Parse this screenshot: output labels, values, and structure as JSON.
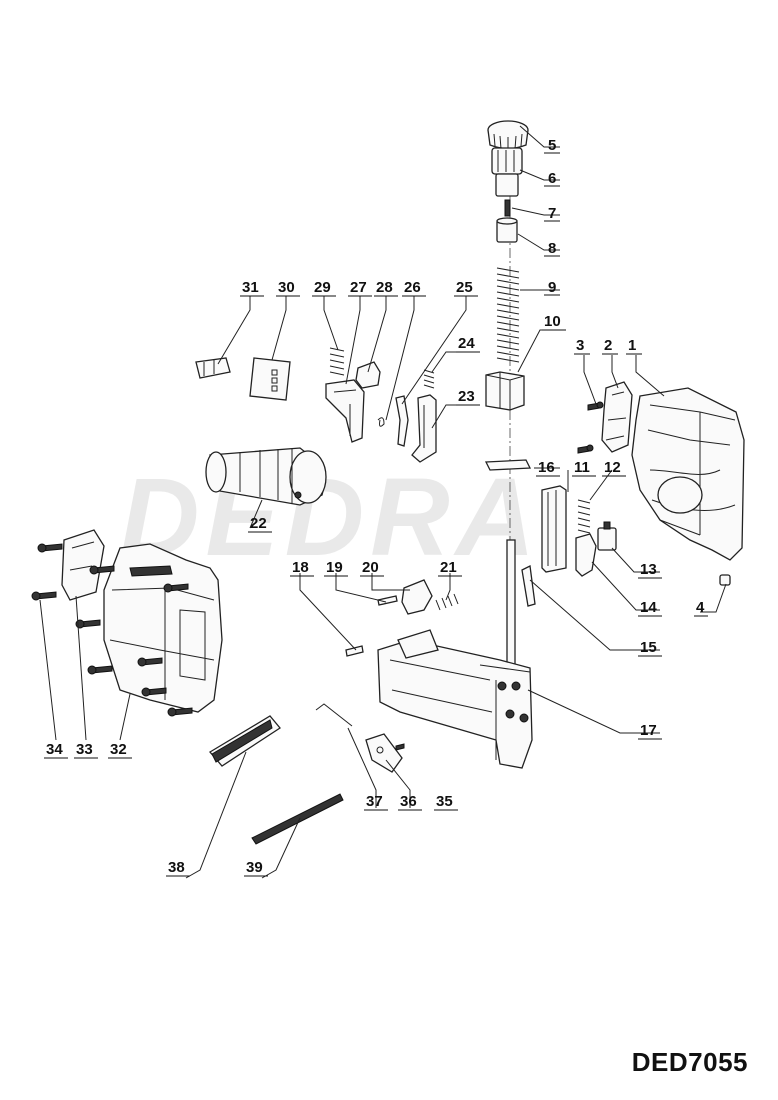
{
  "watermark": "DEDRA",
  "model": "DED7055",
  "labels": [
    "1",
    "2",
    "3",
    "4",
    "5",
    "6",
    "7",
    "8",
    "9",
    "10",
    "11",
    "12",
    "13",
    "14",
    "15",
    "16",
    "17",
    "18",
    "19",
    "20",
    "21",
    "22",
    "23",
    "24",
    "25",
    "26",
    "27",
    "28",
    "29",
    "30",
    "31",
    "32",
    "33",
    "34",
    "35",
    "36",
    "37",
    "38",
    "39"
  ]
}
